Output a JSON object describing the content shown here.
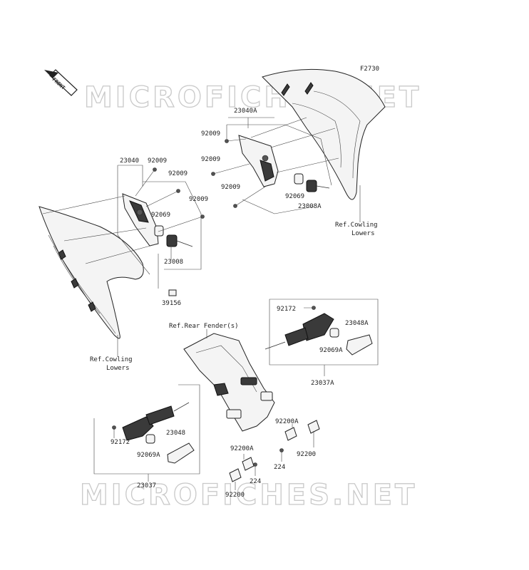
{
  "figure_code": "F2730",
  "front_arrow_label": "FRONT",
  "watermark_text": "MICROFICHES.NET",
  "labels": {
    "l_23040A": "23040A",
    "l_92009_a": "92009",
    "l_92009_b": "92009",
    "l_92009_c": "92009",
    "l_92069_r": "92069",
    "l_23008A": "23008A",
    "l_refcowl_r_1": "Ref.Cowling",
    "l_refcowl_r_2": "Lowers",
    "l_23040": "23040",
    "l_92009_d": "92009",
    "l_92009_e": "92009",
    "l_92009_f": "92009",
    "l_92069_l": "92069",
    "l_23008": "23008",
    "l_39156": "39156",
    "l_refcowl_l_1": "Ref.Cowling",
    "l_refcowl_l_2": "Lowers",
    "l_92172_r": "92172",
    "l_23048A": "23048A",
    "l_92069A_r": "92069A",
    "l_23037A": "23037A",
    "l_refrear": "Ref.Rear Fender(s)",
    "l_92200A_r": "92200A",
    "l_224_r": "224",
    "l_92200_r": "92200",
    "l_92172_l": "92172",
    "l_23048": "23048",
    "l_92069A_l": "92069A",
    "l_23037": "23037",
    "l_92200A_m": "92200A",
    "l_224_m": "224",
    "l_92200_m": "92200"
  },
  "colors": {
    "line": "#222222",
    "watermark": "#c9c9c9",
    "background": "#ffffff"
  }
}
